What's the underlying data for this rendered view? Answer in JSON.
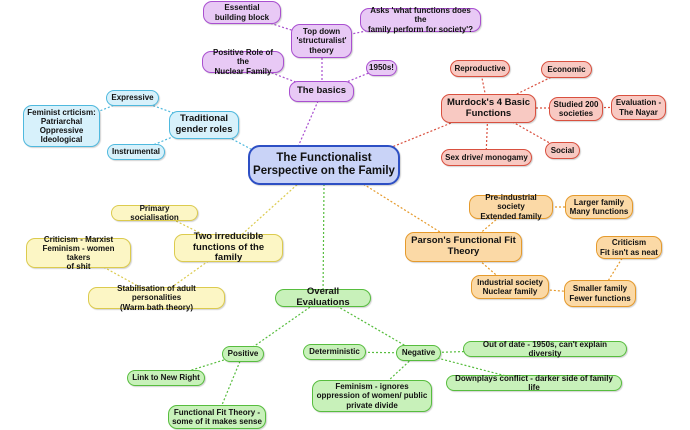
{
  "colors": {
    "purple": "#a94fd0",
    "red": "#d9503f",
    "blue": "#4fb9de",
    "yellow": "#dccb4e",
    "orange": "#e59a2c",
    "green": "#57bd3e",
    "root": "#2d4fc4"
  },
  "root": {
    "label": "The Functionalist\nPerspective on the Family"
  },
  "basics": {
    "label": "The basics",
    "top_down": "Top down\n'structuralist'\ntheory",
    "essential": "Essential\nbuilding block",
    "asks": "Asks 'what functions does the\nfamily perform for society'?",
    "positive_role": "Positive Role of the\nNuclear Family",
    "fifties": "1950s!"
  },
  "murdock": {
    "label": "Murdock's 4 Basic\nFunctions",
    "reproductive": "Reproductive",
    "economic": "Economic",
    "studied": "Studied 200\nsocieties",
    "evaluation": "Evaluation -\nThe Nayar",
    "social": "Social",
    "sex": "Sex drive/ monogamy"
  },
  "gender": {
    "label": "Traditional\ngender roles",
    "expressive": "Expressive",
    "instrumental": "Instrumental",
    "feminist": "Feminist crticism:\nPatriarchal\nOppressive\nIdeological"
  },
  "irreducible": {
    "label": "Two irreducible\nfunctions of the family",
    "primary": "Primary socialisation",
    "criticism": "Criticism - Marxist\nFeminism - women takers\nof shit",
    "stabilisation": "Stabilisation of adult personalities\n(Warm bath theory)"
  },
  "parsons": {
    "label": "Parson's Functional Fit\nTheory",
    "preindustrial": "Pre-industrial society\nExtended family",
    "larger": "Larger family\nMany functions",
    "industrial": "Industrial society\nNuclear family",
    "smaller": "Smaller family\nFewer functions",
    "criticism": "Criticism\nFit isn't as neat"
  },
  "evaluations": {
    "label": "Overall Evaluations",
    "positive": "Positive",
    "new_right": "Link to New Right",
    "fft": "Functional Fit Theory -\nsome of it makes sense",
    "negative": "Negative",
    "deterministic": "Deterministic",
    "out_of_date": "Out of date - 1950s, can't explain diversity",
    "feminism": "Feminism - ignores\noppression of women/ public\nprivate divide",
    "downplays": "Downplays conflict - darker side of family life"
  }
}
